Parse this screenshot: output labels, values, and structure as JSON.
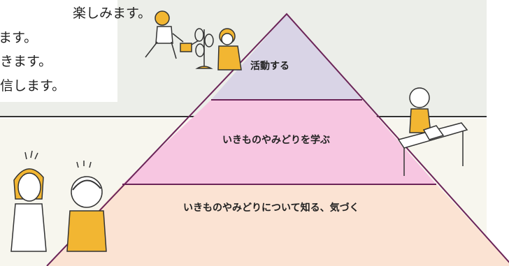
{
  "intro_lines": [
    "楽しみます。",
    "ます。",
    "きます。",
    "信します。"
  ],
  "pyramid": {
    "top": {
      "label": "活動する",
      "color": "#d9d4e6"
    },
    "middle": {
      "label": "いきものやみどりを学ぶ",
      "color": "#f7c6e1"
    },
    "bottom": {
      "label": "いきものやみどりについて知る、気づく",
      "color": "#fbe3d3"
    },
    "outline_color": "#6b2458"
  },
  "accent_color": "#f2b632"
}
